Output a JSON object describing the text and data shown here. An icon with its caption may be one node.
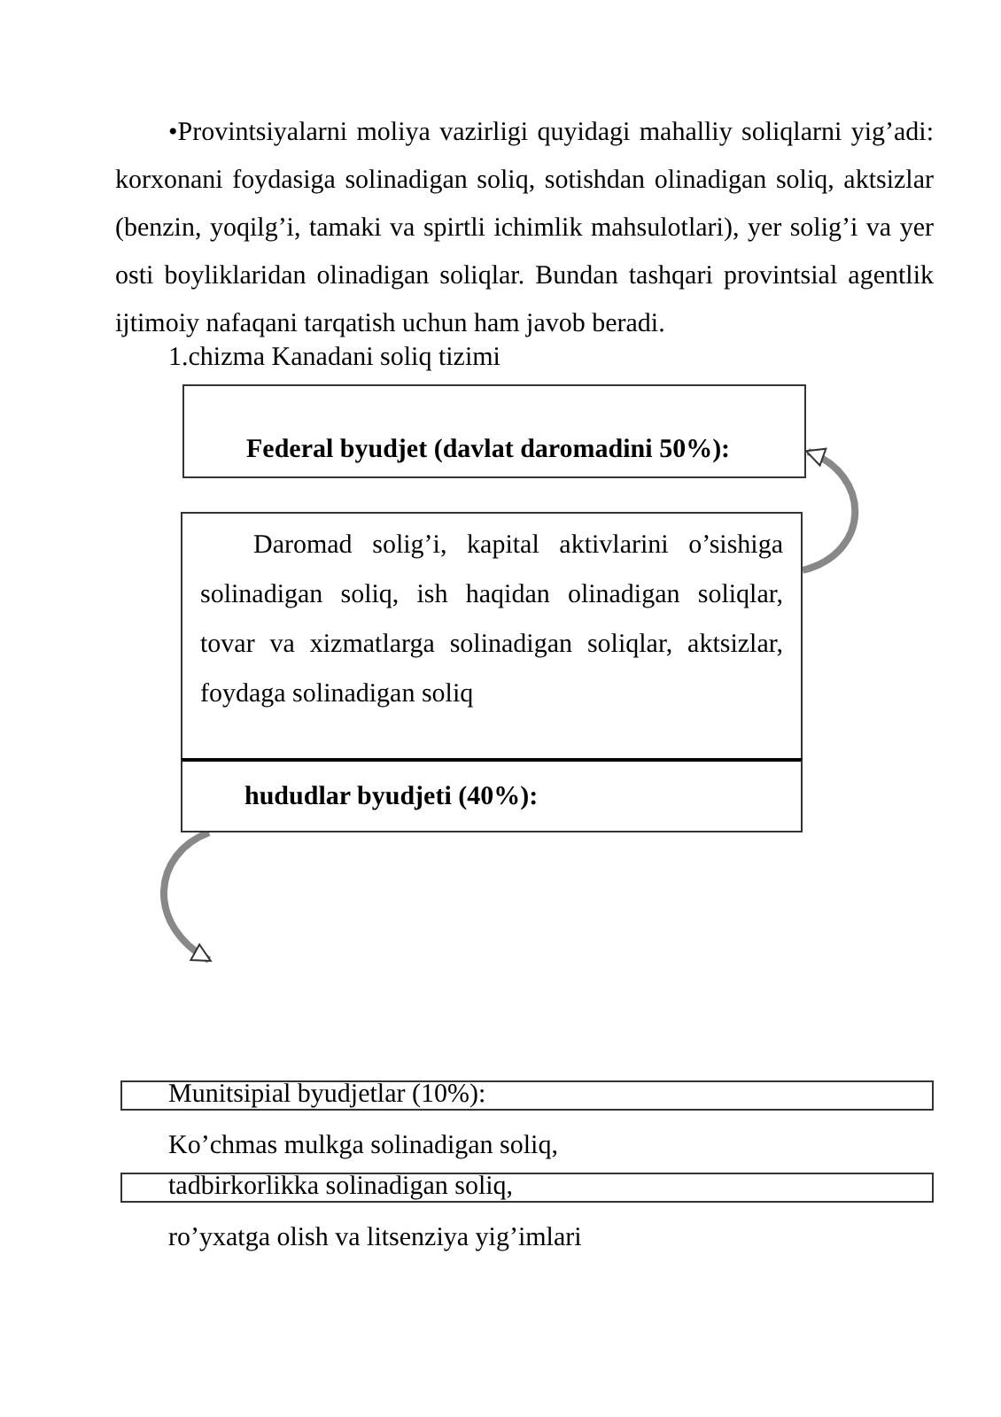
{
  "diagram": {
    "nodes": [
      {
        "text": [
          "Federal byudjet (davlat daromadini 50%):"
        ]
      },
      {
        "text": [
          "Daromad solig’i, kapital aktivlarini o’sishiga solinadigan soliq, ish haqidan olinadigan soliqlar, tovar va xizmatlarga solinadigan soliqlar, aktsizlar, foydaga solinadigan soliq"
        ]
      },
      {
        "text": [
          "hududlar byudjeti (40%):"
        ]
      },
      {
        "text": [
          "Munitsipial byudjetlar (10%):"
        ]
      },
      {
        "text": [
          "tadbirkorlikka solinadigan soliq,"
        ]
      }
    ],
    "edges": [
      {
        "from": 1,
        "to": 0,
        "arrow": "to"
      },
      {
        "from": 2,
        "to": null,
        "arrow": "to"
      }
    ],
    "labels": [
      "•Provintsiyalarni moliya vazirligi quyidagi mahalliy soliqlarni yig’adi: korxonani foydasiga solinadigan soliq, sotishdan olinadigan soliq, aktsizlar (benzin, yoqilg’i, tamaki va spirtli ichimlik mahsulotlari), yer solig’i va yer osti boyliklaridan olinadigan soliqlar. Bundan tashqari provintsial agentlik ijtimoiy nafaqani tarqatish uchun ham javob beradi.",
      "1.chizma Kanadani soliq tizimi",
      "Ko’chmas mulkga solinadigan soliq,",
      "ro’yxatga olish va litsenziya yig’imlari"
    ]
  }
}
